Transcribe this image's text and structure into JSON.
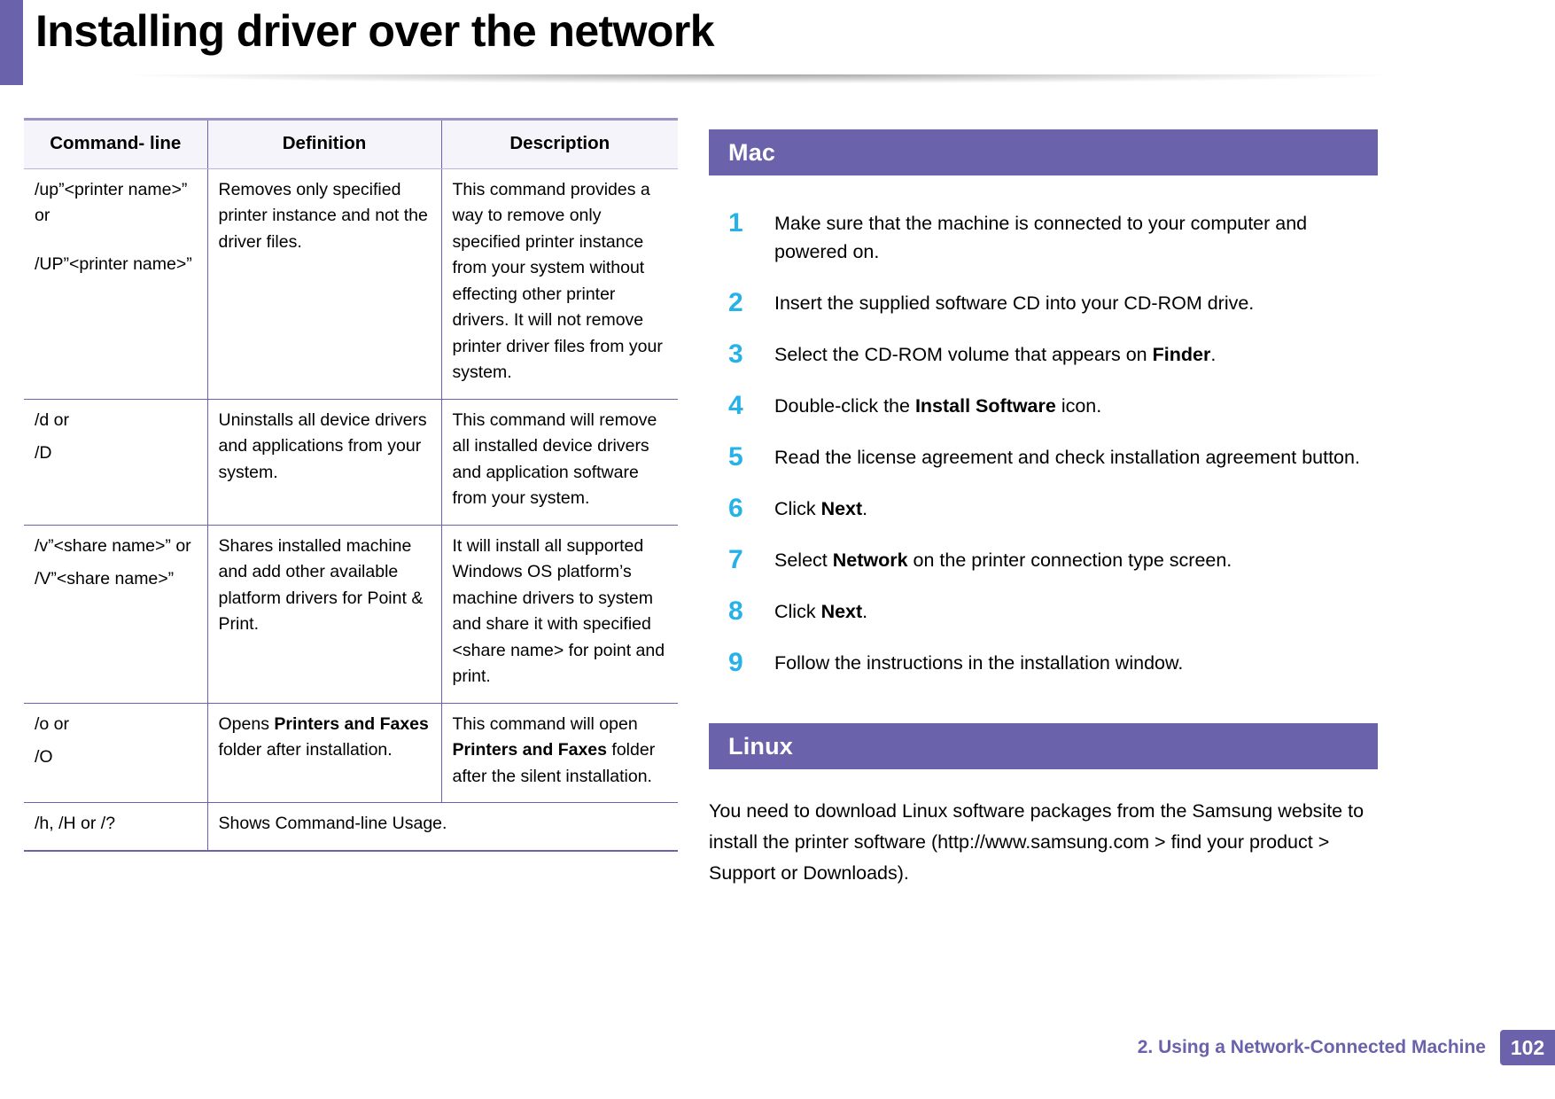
{
  "page": {
    "title": "Installing driver over the network",
    "accent_color": "#6a62ab",
    "step_number_color": "#25b2e8"
  },
  "table": {
    "headers": {
      "command_line": "Command- line",
      "definition": "Definition",
      "description": "Description"
    },
    "rows": [
      {
        "command_lines": [
          "/up”<printer name>” or",
          "/UP”<printer name>”"
        ],
        "definition": "Removes only specified printer instance and not the driver files.",
        "description": "This command provides a way to remove only specified printer instance from your system without effecting other printer drivers. It will not remove printer driver files from your system."
      },
      {
        "command_lines": [
          "/d or",
          "/D"
        ],
        "definition": "Uninstalls all device drivers and applications from your system.",
        "description": "This command will remove all installed device drivers and application software from your system."
      },
      {
        "command_lines": [
          "/v”<share name>” or",
          "/V”<share name>”"
        ],
        "definition": "Shares installed machine and add other available platform drivers for Point & Print.",
        "description": "It will install all supported Windows OS platform’s machine drivers to system and share it with specified <share name> for point and print."
      },
      {
        "command_lines": [
          "/o or",
          "/O"
        ],
        "definition_parts": [
          "Opens ",
          "Printers and Faxes",
          " folder after installation."
        ],
        "description_parts": [
          "This command will open ",
          "Printers and Faxes",
          " folder after the silent installation."
        ]
      },
      {
        "command_lines": [
          "/h, /H or /?"
        ],
        "definition": "Shows Command-line Usage.",
        "merged": true
      }
    ]
  },
  "mac": {
    "heading": "Mac",
    "steps": [
      {
        "num": "1",
        "parts": [
          "Make sure that the machine is connected to your computer and powered on."
        ]
      },
      {
        "num": "2",
        "parts": [
          "Insert the supplied software CD into your CD-ROM drive."
        ]
      },
      {
        "num": "3",
        "parts": [
          "Select the CD-ROM volume that appears on ",
          "Finder",
          "."
        ]
      },
      {
        "num": "4",
        "parts": [
          "Double-click the ",
          "Install Software",
          " icon."
        ]
      },
      {
        "num": "5",
        "parts": [
          "Read the license agreement and check installation agreement button."
        ]
      },
      {
        "num": "6",
        "parts": [
          "Click ",
          "Next",
          "."
        ]
      },
      {
        "num": "7",
        "parts": [
          "Select ",
          "Network",
          " on the printer connection type screen."
        ]
      },
      {
        "num": "8",
        "parts": [
          "Click ",
          "Next",
          "."
        ]
      },
      {
        "num": "9",
        "parts": [
          "Follow the instructions in the installation window."
        ]
      }
    ]
  },
  "linux": {
    "heading": "Linux",
    "paragraph": "You need to download Linux software packages from the Samsung website to install the printer software (http://www.samsung.com  > find your product > Support or Downloads)."
  },
  "footer": {
    "label": "2.  Using a Network-Connected Machine",
    "page_number": "102"
  }
}
